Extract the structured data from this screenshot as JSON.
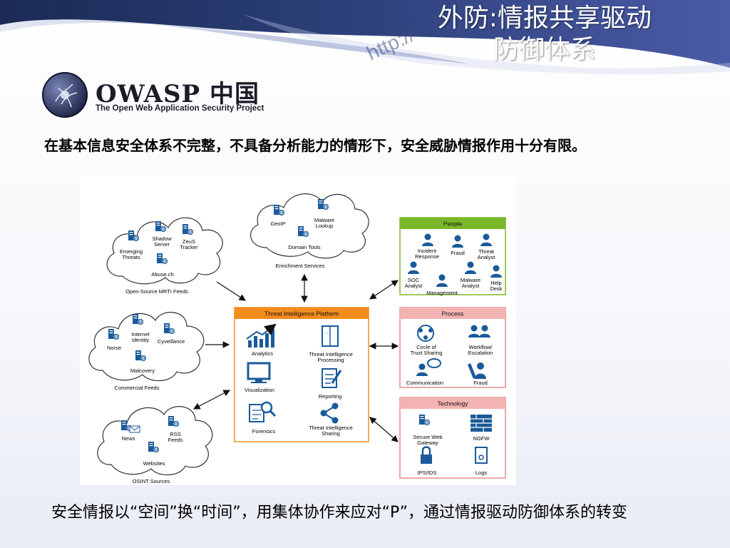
{
  "slide": {
    "title_line1": "外防:情报共享驱动",
    "title_line2": "防御体系",
    "logo_name": "OWASP 中国",
    "logo_subtitle": "The Open Web Application Security Project",
    "intro_text": "在基本信息安全体系不完整，不具备分析能力的情形下，安全威胁情报作用十分有限。",
    "bottom_text": "安全情报以“空间”换“时间”，用集体协作来应对“P”，通过情报驱动防御体系的转变"
  },
  "diagram": {
    "open_source": {
      "caption": "Open-Source MRTI Feeds",
      "items": [
        "Emerging Threats",
        "Shadow Server",
        "ZeuS Tracker",
        "Abuse.ch"
      ]
    },
    "enrichment": {
      "caption": "Enrichment Services",
      "items": [
        "GeoIP",
        "Malware Lookup",
        "Domain Tools"
      ]
    },
    "commercial": {
      "caption": "Commercial Feeds",
      "items": [
        "Norse",
        "Internet Identity",
        "Cyveillance",
        "Malcovery"
      ]
    },
    "osint": {
      "caption": "OSINT Sources",
      "items": [
        "News",
        "RSS Feeds",
        "Websites"
      ]
    },
    "platform": {
      "title": "Threat Intelligence Platform",
      "items": [
        "Analytics",
        "Threat Intelligence Processing",
        "Visualization",
        "Reporting",
        "Forensics",
        "Threat Intelligence Sharing"
      ]
    },
    "people": {
      "title": "People",
      "items": [
        "Incident Response",
        "Fraud",
        "Threat Analyst",
        "SOC Analyst",
        "Management",
        "Malware Analyst",
        "Help Desk"
      ]
    },
    "process": {
      "title": "Process",
      "items": [
        "Circle of Trust Sharing",
        "Workflow/ Escalation",
        "Communication",
        "Fraud"
      ]
    },
    "technology": {
      "title": "Technology",
      "items": [
        "Secure Web Gateway",
        "NGFW",
        "IPS/IDS",
        "Logs"
      ]
    },
    "colors": {
      "platform": "#f28c1c",
      "people": "#7ab829",
      "process": "#e58c8c",
      "technology": "#e58c8c",
      "icon": "#1a5a9a"
    }
  }
}
